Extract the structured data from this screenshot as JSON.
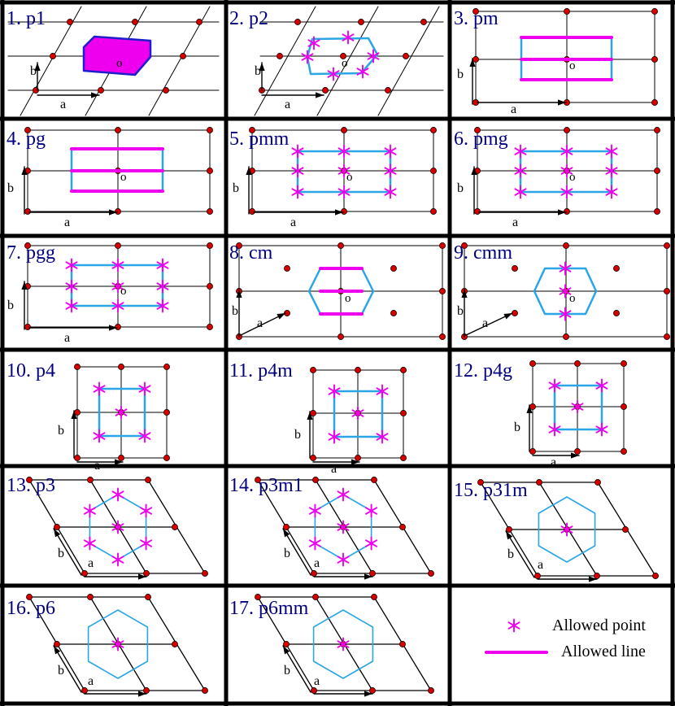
{
  "colors": {
    "frame": "#000000",
    "grid": "#000000",
    "title": "#000080",
    "lattice_point": "#d40000",
    "allowed_point": "#ee00ee",
    "allowed_line": "#ee00ee",
    "cell_outline": "#2aa6e6",
    "polygon_fill": "#ee00ee",
    "polygon_stroke": "#1e1ecc"
  },
  "labels": {
    "a": "a",
    "b": "b",
    "origin": "o"
  },
  "panels": [
    {
      "id": "p1",
      "title": "1. p1"
    },
    {
      "id": "p2",
      "title": "2. p2"
    },
    {
      "id": "pm",
      "title": "3. pm"
    },
    {
      "id": "pg",
      "title": "4. pg"
    },
    {
      "id": "pmm",
      "title": "5. pmm"
    },
    {
      "id": "pmg",
      "title": "6. pmg"
    },
    {
      "id": "pgg",
      "title": "7. pgg"
    },
    {
      "id": "cm",
      "title": "8. cm"
    },
    {
      "id": "cmm",
      "title": "9. cmm"
    },
    {
      "id": "p4",
      "title": "10. p4"
    },
    {
      "id": "p4m",
      "title": "11. p4m"
    },
    {
      "id": "p4g",
      "title": "12. p4g"
    },
    {
      "id": "p3",
      "title": "13. p3"
    },
    {
      "id": "p3m1",
      "title": "14. p3m1"
    },
    {
      "id": "p31m",
      "title": "15. p31m"
    },
    {
      "id": "p6",
      "title": "16. p6"
    },
    {
      "id": "p6mm",
      "title": "17. p6mm"
    }
  ],
  "legend": {
    "point_symbol": "*",
    "point_label": "Allowed point",
    "line_label": "Allowed line"
  }
}
